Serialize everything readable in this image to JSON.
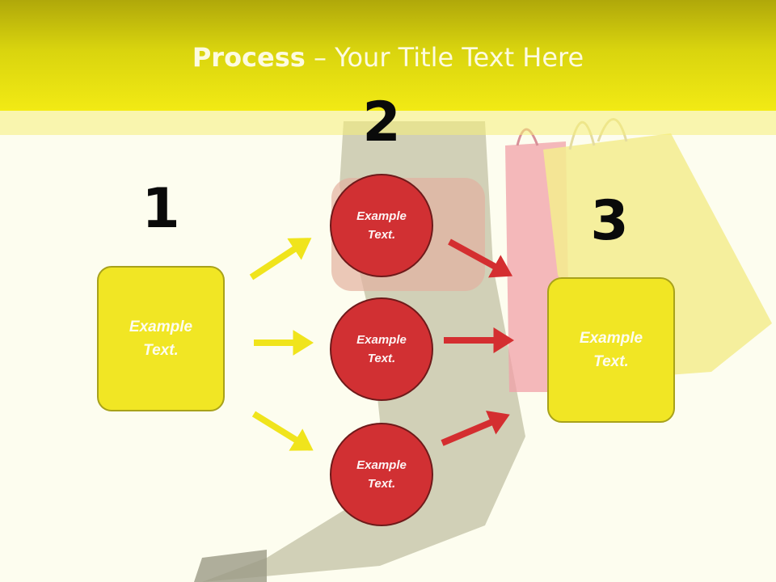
{
  "title": {
    "bold": "Process",
    "rest": " – Your Title Text Here"
  },
  "steps": {
    "one": {
      "number": "1",
      "line1": "Example",
      "line2": "Text."
    },
    "two": {
      "number": "2"
    },
    "three": {
      "number": "3",
      "line1": "Example",
      "line2": "Text."
    }
  },
  "circles": [
    {
      "line1": "Example",
      "line2": "Text."
    },
    {
      "line1": "Example",
      "line2": "Text."
    },
    {
      "line1": "Example",
      "line2": "Text."
    }
  ],
  "colors": {
    "yellow": "#f1e624",
    "red": "#d13033",
    "arrow_yellow": "#f0e41c",
    "arrow_red": "#d42e30"
  }
}
